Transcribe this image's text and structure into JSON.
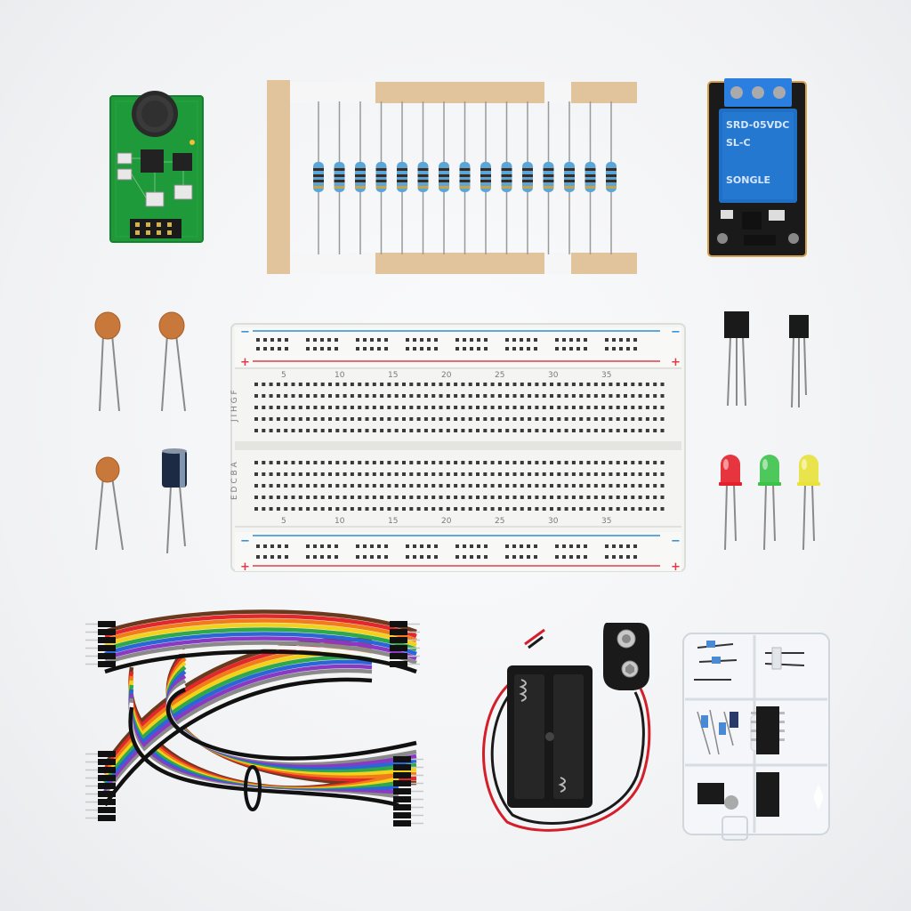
{
  "scene": {
    "objects": [
      "sound-sensor-module",
      "resistor-tape-strip",
      "relay-module",
      "ceramic-capacitor",
      "electrolytic-capacitor",
      "solderless-breadboard",
      "transistor",
      "led",
      "jumper-wire-bundle",
      "battery-holder",
      "9v-battery-snap",
      "parts-storage-box"
    ],
    "counts": {
      "resistors": 15,
      "ceramic_capacitors": 3,
      "electrolytic_capacitors": 1,
      "transistors": 2,
      "leds": 3
    },
    "colors": {
      "background": "#f1f2f4",
      "pcb_green": "#1f9a3a",
      "relay_blue": "#1f6fc5",
      "breadboard": "#f4f4f2",
      "rail_red": "#e23a4a",
      "rail_blue": "#2a8fd6",
      "resistor_body": "#5aa6d8",
      "capacitor_orange": "#c8783a"
    },
    "leds": [
      {
        "name": "red",
        "color": "#e5202a"
      },
      {
        "name": "green",
        "color": "#3cc24a"
      },
      {
        "name": "yellow",
        "color": "#e9e23a"
      }
    ],
    "breadboard": {
      "top_numbers": [
        "5",
        "10",
        "15",
        "20",
        "25",
        "30",
        "35"
      ],
      "bottom_numbers": [
        "5",
        "10",
        "15",
        "20",
        "25",
        "30",
        "35"
      ],
      "top_left_letters": "J I H G F",
      "bottom_left_letters": "E D C B A",
      "rail_plus": "+",
      "rail_minus": "−"
    },
    "relay": {
      "label_lines": [
        "SRD-05VDC",
        "SL-C"
      ],
      "brand": "SONGLE"
    }
  }
}
